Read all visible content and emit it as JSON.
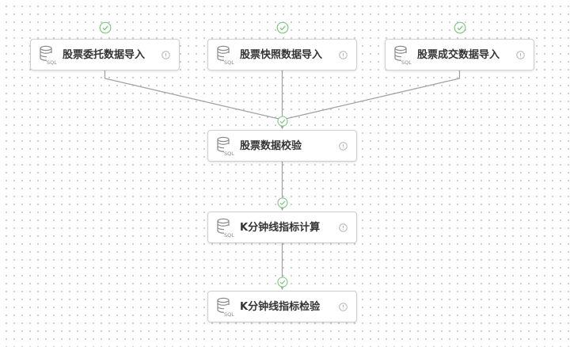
{
  "colors": {
    "edge": "#a0a4a8",
    "status_success": "#7ec87e",
    "node_border": "#cfcfcf",
    "node_text": "#333333",
    "icon": "#8a8a8a"
  },
  "nodes": [
    {
      "id": "n1",
      "label": "股票委托数据导入",
      "icon": "sql-database-icon",
      "status": "success"
    },
    {
      "id": "n2",
      "label": "股票快照数据导入",
      "icon": "sql-database-icon",
      "status": "success"
    },
    {
      "id": "n3",
      "label": "股票成交数据导入",
      "icon": "sql-database-icon",
      "status": "success"
    },
    {
      "id": "n4",
      "label": "股票数据校验",
      "icon": "sql-database-icon",
      "status": "success"
    },
    {
      "id": "n5",
      "label": "K分钟线指标计算",
      "icon": "sql-database-icon",
      "status": "success"
    },
    {
      "id": "n6",
      "label": "K分钟线指标检验",
      "icon": "sql-database-icon",
      "status": "success"
    }
  ],
  "db_icon_text": "SQL",
  "edges": [
    {
      "from": "n1",
      "to": "n4"
    },
    {
      "from": "n2",
      "to": "n4"
    },
    {
      "from": "n3",
      "to": "n4"
    },
    {
      "from": "n4",
      "to": "n5"
    },
    {
      "from": "n5",
      "to": "n6"
    }
  ]
}
